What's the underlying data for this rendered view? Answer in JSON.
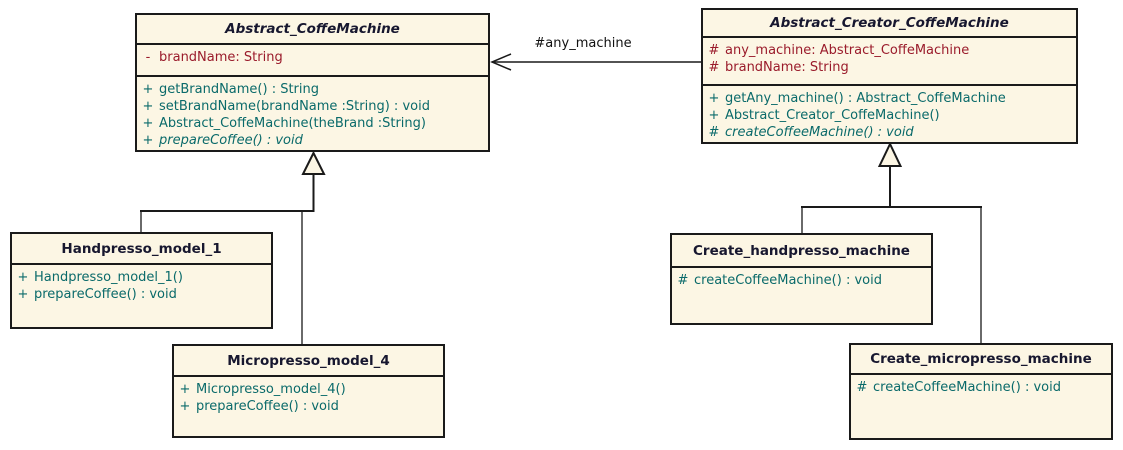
{
  "diagram": {
    "type": "uml-class-diagram",
    "colors": {
      "boxFill": "#FCF6E4",
      "border": "#1a1a1a",
      "title": "#17172F",
      "attribute": "#9A1B2B",
      "method": "#0A6A6A",
      "label": "#111111"
    },
    "classes": [
      {
        "name": "Abstract_CoffeMachine",
        "abstract": true,
        "attributes": [
          {
            "vis": "-",
            "text": "brandName: String"
          }
        ],
        "methods": [
          {
            "vis": "+",
            "text": "getBrandName() : String"
          },
          {
            "vis": "+",
            "text": "setBrandName(brandName :String) : void"
          },
          {
            "vis": "+",
            "text": "Abstract_CoffeMachine(theBrand :String)"
          },
          {
            "vis": "+",
            "text": "prepareCoffee() : void",
            "italic": true
          }
        ]
      },
      {
        "name": "Abstract_Creator_CoffeMachine",
        "abstract": true,
        "attributes": [
          {
            "vis": "#",
            "text": "any_machine: Abstract_CoffeMachine"
          },
          {
            "vis": "#",
            "text": "brandName: String"
          }
        ],
        "methods": [
          {
            "vis": "+",
            "text": "getAny_machine() : Abstract_CoffeMachine"
          },
          {
            "vis": "+",
            "text": "Abstract_Creator_CoffeMachine()"
          },
          {
            "vis": "#",
            "text": "createCoffeeMachine() : void",
            "italic": true
          }
        ]
      },
      {
        "name": "Handpresso_model_1",
        "abstract": false,
        "methods": [
          {
            "vis": "+",
            "text": "Handpresso_model_1()"
          },
          {
            "vis": "+",
            "text": "prepareCoffee() : void"
          }
        ]
      },
      {
        "name": "Micropresso_model_4",
        "abstract": false,
        "methods": [
          {
            "vis": "+",
            "text": "Micropresso_model_4()"
          },
          {
            "vis": "+",
            "text": "prepareCoffee() : void"
          }
        ]
      },
      {
        "name": "Create_handpresso_machine",
        "abstract": false,
        "methods": [
          {
            "vis": "#",
            "text": "createCoffeeMachine() : void"
          }
        ]
      },
      {
        "name": "Create_micropresso_machine",
        "abstract": false,
        "methods": [
          {
            "vis": "#",
            "text": "createCoffeeMachine() : void"
          }
        ]
      }
    ],
    "relationships": {
      "association": {
        "label": "#any_machine",
        "from": "Abstract_Creator_CoffeMachine",
        "to": "Abstract_CoffeMachine",
        "arrow": "open"
      },
      "generalizations": [
        {
          "from": "Handpresso_model_1",
          "to": "Abstract_CoffeMachine"
        },
        {
          "from": "Micropresso_model_4",
          "to": "Abstract_CoffeMachine"
        },
        {
          "from": "Create_handpresso_machine",
          "to": "Abstract_Creator_CoffeMachine"
        },
        {
          "from": "Create_micropresso_machine",
          "to": "Abstract_Creator_CoffeMachine"
        }
      ]
    }
  }
}
